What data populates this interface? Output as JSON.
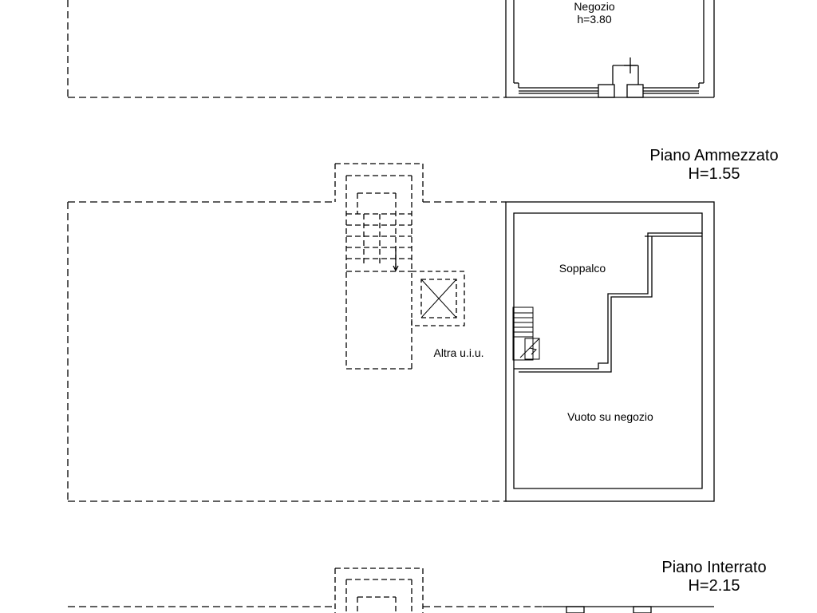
{
  "floors": {
    "ground": {
      "room_name": "Negozio",
      "room_height": "h=3.80"
    },
    "mezzanine": {
      "title": "Piano Ammezzato",
      "height": "H=1.55",
      "rooms": {
        "loft": "Soppalco",
        "other_unit": "Altra u.i.u.",
        "void": "Vuoto su negozio"
      }
    },
    "basement": {
      "title": "Piano Interrato",
      "height": "H=2.15"
    }
  },
  "colors": {
    "line": "#000000",
    "background": "#ffffff"
  }
}
